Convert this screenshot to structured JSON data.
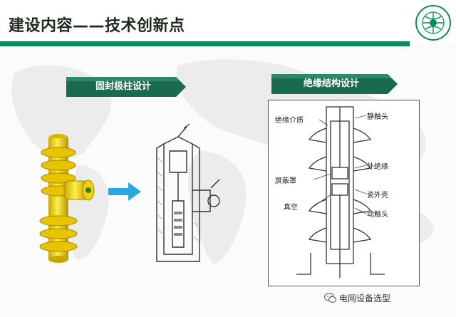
{
  "slide": {
    "title": "建设内容——技术创新点"
  },
  "left_panel": {
    "banner": "固封极柱设计"
  },
  "right_panel": {
    "banner": "绝缘结构设计",
    "callouts": {
      "insulating_medium": "绝缘介质",
      "static_contact": "静触头",
      "outer_insulation": "外绝缘",
      "shield": "屏蔽罩",
      "porcelain_shell": "瓷外壳",
      "vacuum": "真空",
      "moving_contact": "动触头"
    }
  },
  "watermark": {
    "text": "电网设备选型"
  },
  "colors": {
    "header_stripe": "#0c8c5c",
    "banner_green": "#1a6b4e",
    "arrow_blue": "#2aa6e0",
    "pole_yellow": "#f2d200"
  },
  "icons": {
    "logo": "state-grid-logo",
    "arrow": "right-arrow-icon",
    "watermark": "wechat-icon"
  }
}
